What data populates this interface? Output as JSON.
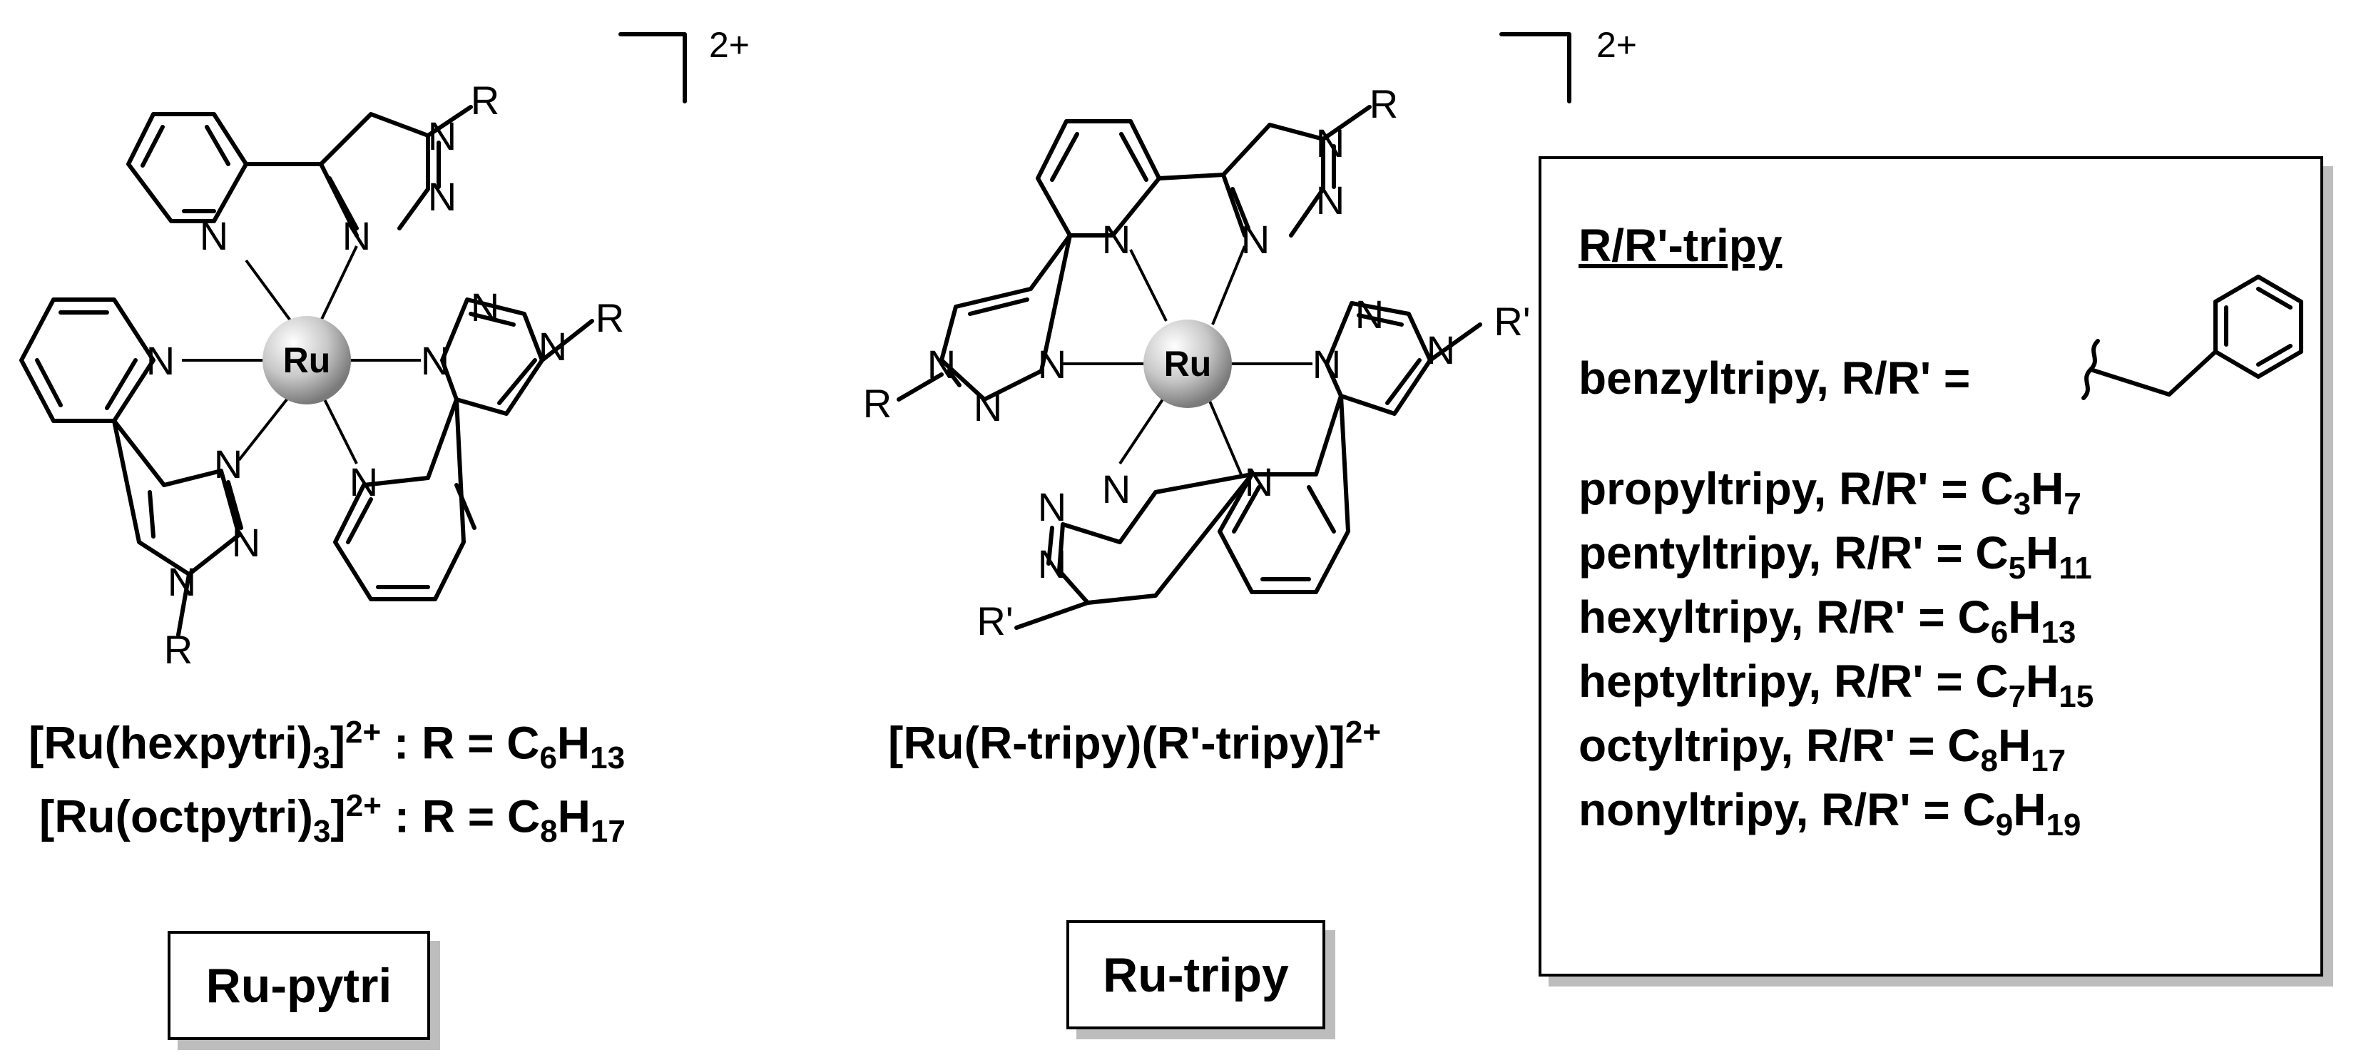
{
  "complex1": {
    "charge": "2+",
    "ru_label": "Ru",
    "n": "N",
    "r": "R",
    "formula_a": {
      "name": "[Ru(hexpytri)",
      "sub3": "3",
      "close": "]",
      "sup": "2+",
      "eq": " : R = C",
      "c": "6",
      "h": "H",
      "hc": "13"
    },
    "formula_b": {
      "name": "[Ru(octpytri)",
      "sub3": "3",
      "close": "]",
      "sup": "2+",
      "eq": " : R = C",
      "c": "8",
      "h": "H",
      "hc": "17"
    },
    "box_label": "Ru-pytri"
  },
  "complex2": {
    "charge": "2+",
    "ru_label": "Ru",
    "n": "N",
    "r": "R",
    "r_prime": "R'",
    "formula": {
      "name": "[Ru(R-tripy)(R'-tripy)]",
      "sup": "2+"
    },
    "box_label": "Ru-tripy"
  },
  "legend": {
    "title": "R/R'-tripy",
    "rows": [
      {
        "text": "benzyltripy, R/R' =",
        "c": "",
        "cn": "",
        "h": "",
        "hn": ""
      },
      {
        "text": "propyltripy, R/R' = C",
        "cn": "3",
        "h": "H",
        "hn": "7"
      },
      {
        "text": "pentyltripy, R/R' = C",
        "cn": "5",
        "h": "H",
        "hn": "11"
      },
      {
        "text": "hexyltripy, R/R' = C",
        "cn": "6",
        "h": "H",
        "hn": "13"
      },
      {
        "text": "heptyltripy, R/R' = C",
        "cn": "7",
        "h": "H",
        "hn": "15"
      },
      {
        "text": "octyltripy, R/R' = C",
        "cn": "8",
        "h": "H",
        "hn": "17"
      },
      {
        "text": "nonyltripy, R/R' = C",
        "cn": "9",
        "h": "H",
        "hn": "19"
      }
    ]
  }
}
